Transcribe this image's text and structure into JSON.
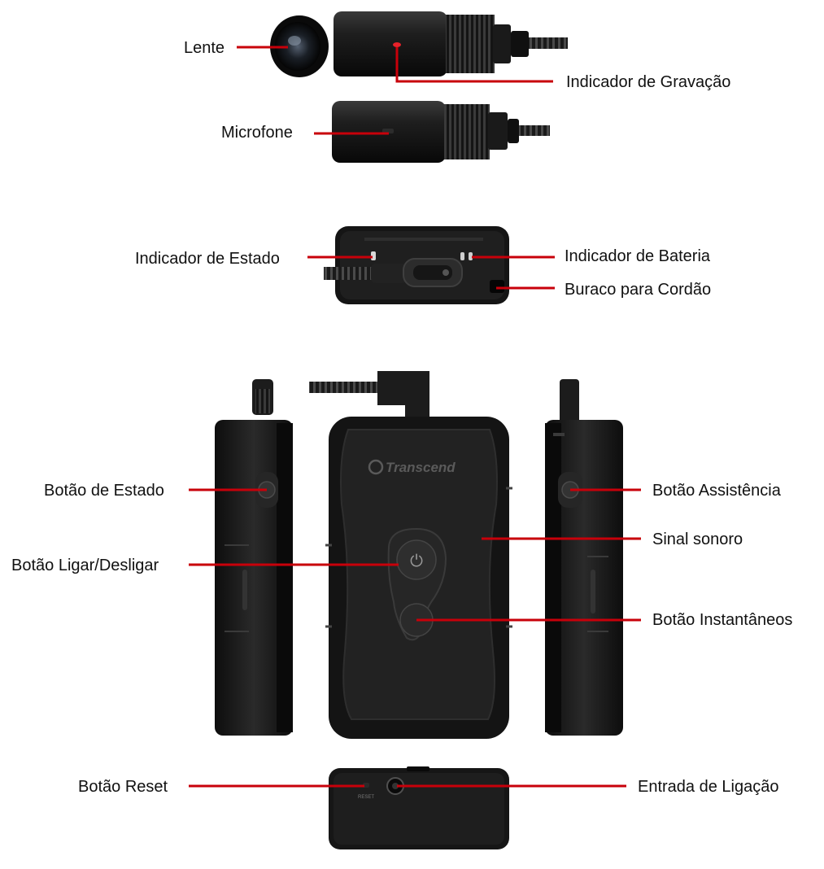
{
  "brand": "Transcend",
  "reset_mark": "RESET",
  "power_symbol": "⏻",
  "labels": {
    "lente": "Lente",
    "indicador_gravacao": "Indicador de Gravação",
    "microfone": "Microfone",
    "indicador_estado": "Indicador de Estado",
    "indicador_bateria": "Indicador de Bateria",
    "buraco_cordao": "Buraco para Cordão",
    "botao_estado": "Botão de Estado",
    "botao_assistencia": "Botão Assistência",
    "sinal_sonoro": "Sinal sonoro",
    "botao_ligar": "Botão Ligar/Desligar",
    "botao_instantaneos": "Botão Instantâneos",
    "botao_reset": "Botão Reset",
    "entrada_ligacao": "Entrada de Ligação"
  },
  "colors": {
    "leader": "#c8000a",
    "device": "#1c1c1c",
    "text": "#111111"
  }
}
